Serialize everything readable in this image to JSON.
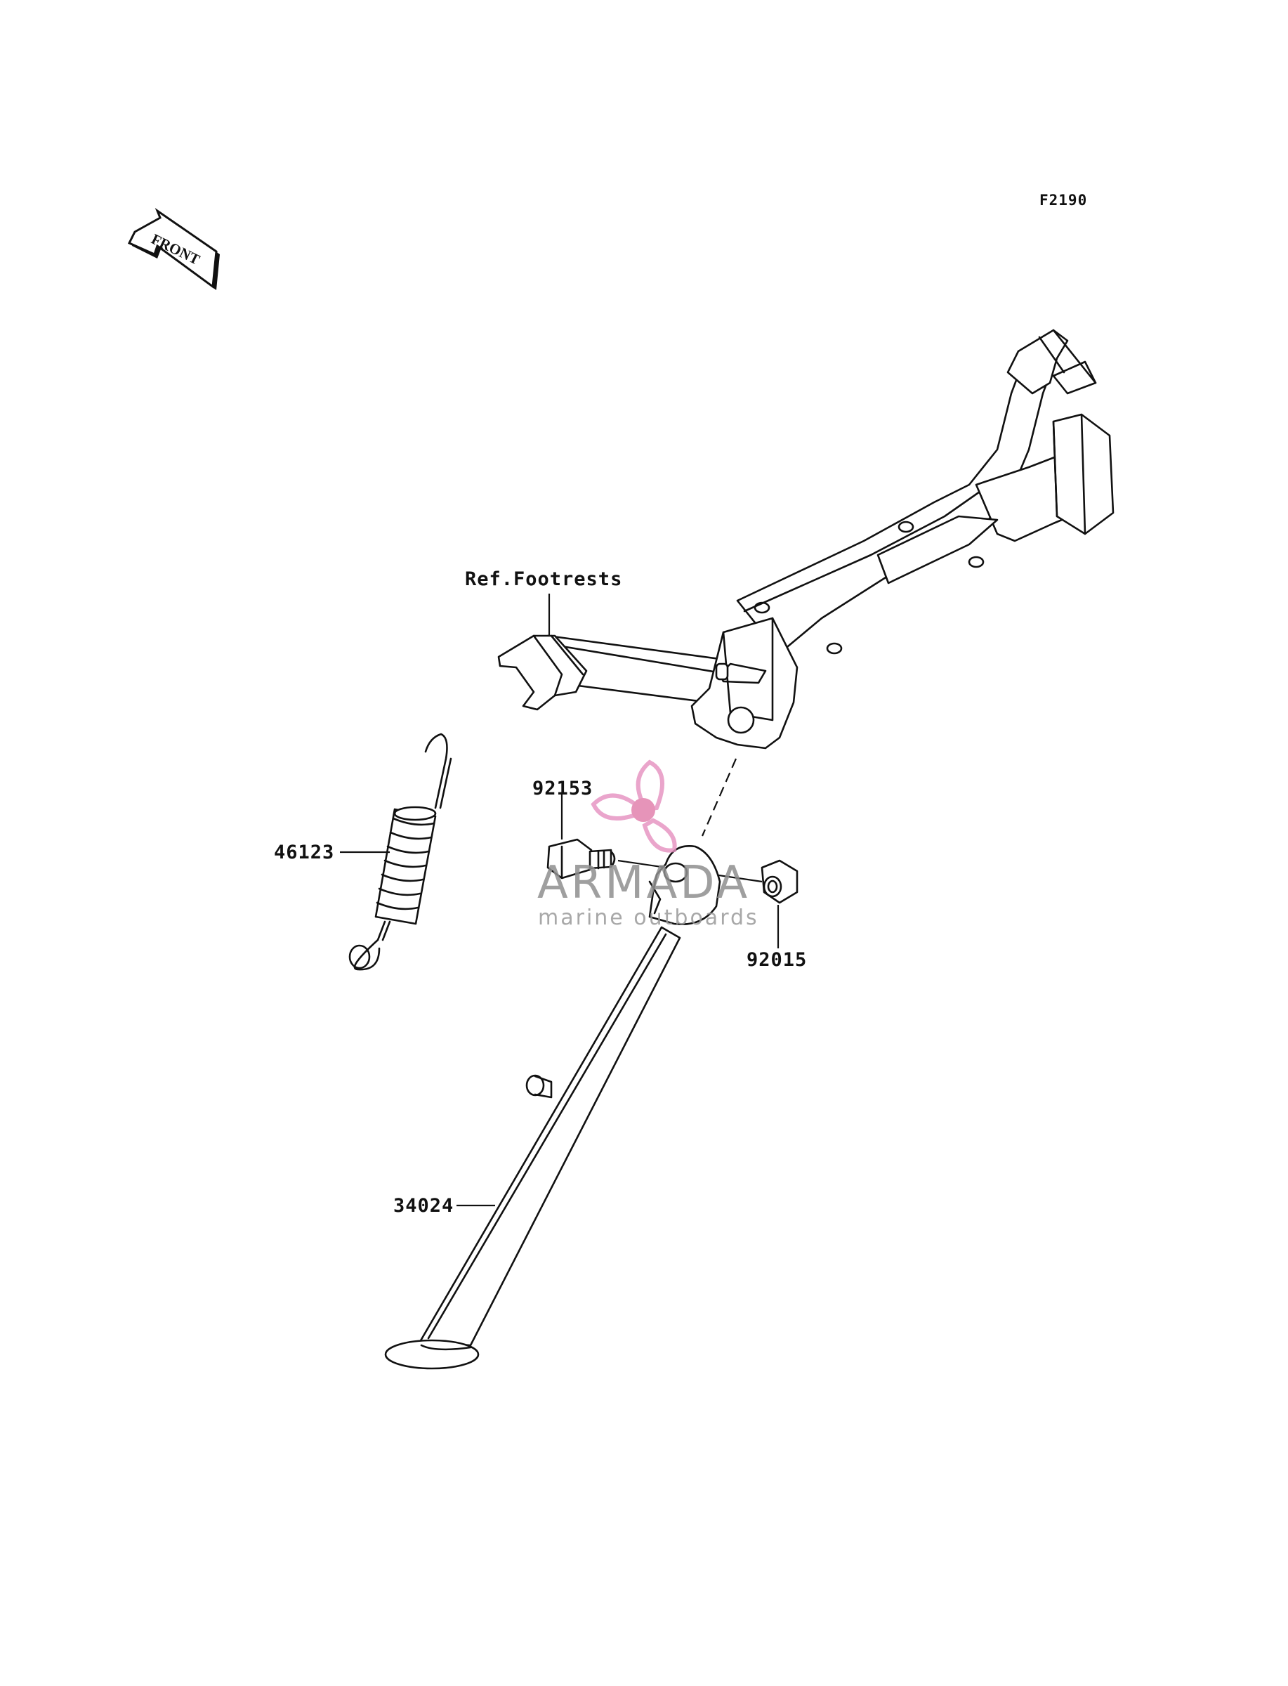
{
  "diagram": {
    "figure_code": "F2190",
    "front_indicator": "FRONT",
    "reference_label": "Ref.Footrests",
    "parts": [
      {
        "number": "46123"
      },
      {
        "number": "92153"
      },
      {
        "number": "92015"
      },
      {
        "number": "34024"
      }
    ],
    "watermark": {
      "brand": "ARMADA",
      "tagline": "marine outboards",
      "colors": {
        "propeller": "#e58fbf",
        "hub": "#e07aa8",
        "text": "#8f8f8f"
      }
    }
  }
}
